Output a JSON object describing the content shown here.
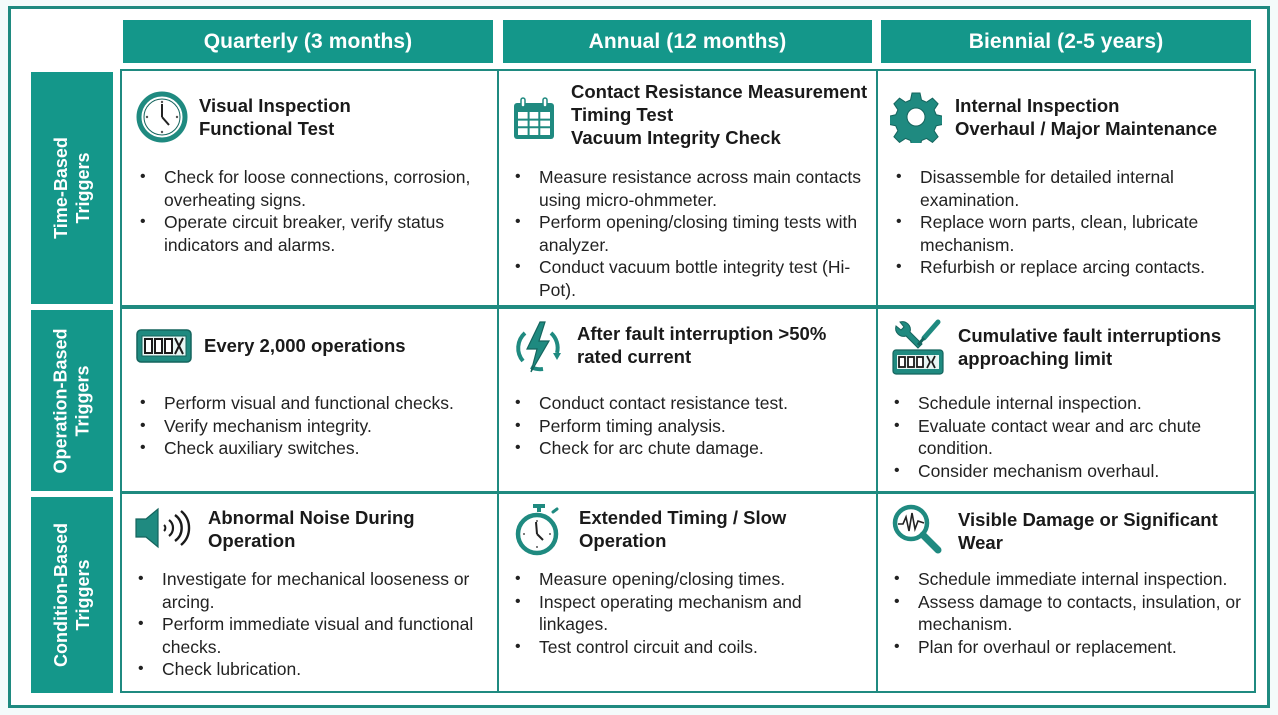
{
  "colors": {
    "accent": "#14978a",
    "border": "#1f8a80",
    "icon": "#1f8a80",
    "header_text": "#ffffff",
    "body_text": "#222222"
  },
  "columns": [
    {
      "label": "Quarterly (3 months)"
    },
    {
      "label": "Annual (12 months)"
    },
    {
      "label": "Biennial (2-5 years)"
    }
  ],
  "rows": [
    {
      "label_line1": "Time-Based",
      "label_line2": "Triggers",
      "cells": [
        {
          "icon": "clock-icon",
          "title": "Visual Inspection\nFunctional Test",
          "bullets": [
            "Check for loose connections, corrosion, overheating signs.",
            "Operate circuit breaker, verify status indicators and alarms."
          ]
        },
        {
          "icon": "calendar-icon",
          "title": "Contact Resistance Measurement\nTiming Test\nVacuum Integrity Check",
          "bullets": [
            "Measure resistance across main contacts using micro-ohmmeter.",
            "Perform opening/closing timing tests with analyzer.",
            "Conduct vacuum bottle integrity test (Hi-Pot)."
          ]
        },
        {
          "icon": "gear-icon",
          "title": "Internal Inspection\nOverhaul / Major Maintenance",
          "bullets": [
            "Disassemble for detailed internal examination.",
            "Replace worn parts, clean, lubricate mechanism.",
            "Refurbish or replace arcing contacts."
          ]
        }
      ]
    },
    {
      "label_line1": "Operation-Based",
      "label_line2": "Triggers",
      "cells": [
        {
          "icon": "operation-counter-icon",
          "title": "Every 2,000 operations",
          "bullets": [
            "Perform visual and functional checks.",
            "Verify mechanism integrity.",
            "Check auxiliary switches."
          ]
        },
        {
          "icon": "fault-lightning-cycle-icon",
          "title": "After fault interruption >50%\nrated current",
          "bullets": [
            "Conduct contact resistance test.",
            "Perform timing analysis.",
            "Check for arc chute damage."
          ]
        },
        {
          "icon": "tools-counter-icon",
          "title": "Cumulative fault interruptions\napproaching limit",
          "bullets": [
            "Schedule internal inspection.",
            "Evaluate contact wear and arc chute condition.",
            "Consider mechanism overhaul."
          ]
        }
      ]
    },
    {
      "label_line1": "Condition-Based",
      "label_line2": "Triggers",
      "cells": [
        {
          "icon": "speaker-noise-icon",
          "title": "Abnormal Noise During\nOperation",
          "bullets": [
            "Investigate for mechanical looseness or arcing.",
            "Perform immediate visual and functional checks.",
            "Check lubrication."
          ]
        },
        {
          "icon": "stopwatch-icon",
          "title": "Extended Timing / Slow\nOperation",
          "bullets": [
            "Measure opening/closing times.",
            "Inspect operating mechanism and linkages.",
            "Test control circuit and coils."
          ]
        },
        {
          "icon": "magnifier-waveform-icon",
          "title": "Visible Damage or Significant\nWear",
          "bullets": [
            "Schedule immediate internal inspection.",
            "Assess damage to contacts, insulation, or mechanism.",
            "Plan for overhaul or replacement."
          ]
        }
      ]
    }
  ]
}
